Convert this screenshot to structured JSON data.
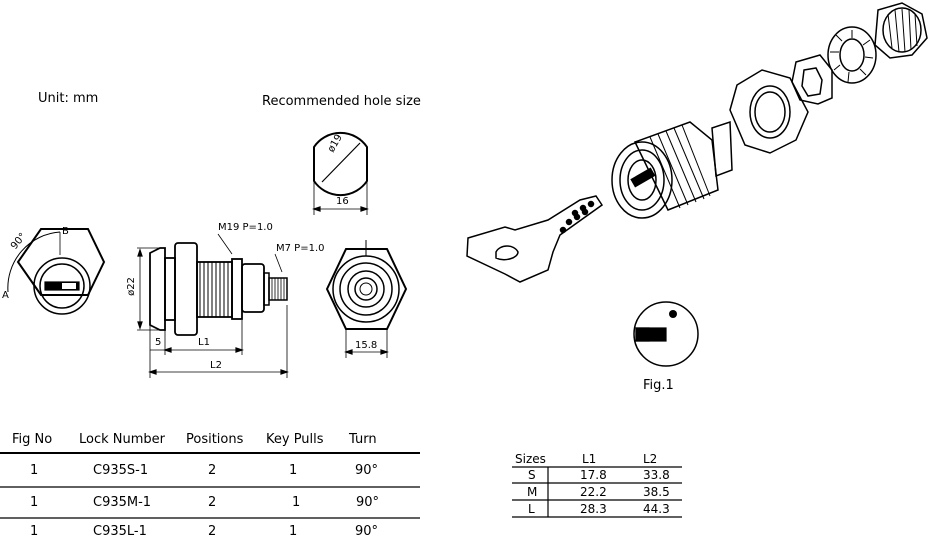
{
  "unit_label": "Unit: mm",
  "hole_size": {
    "title": "Recommended hole size",
    "diameter": "ø19",
    "width": "16"
  },
  "front_view": {
    "angle": "90°",
    "label_a": "A",
    "label_b": "B"
  },
  "side_view": {
    "thread_main": "M19  P=1.0",
    "thread_small": "M7  P=1.0",
    "diameter": "ø22",
    "dim_5": "5",
    "dim_l1": "L1",
    "dim_l2": "L2"
  },
  "rear_view": {
    "width": "15.8"
  },
  "fig_label": "Fig.1",
  "lock_table": {
    "headers": [
      "Fig No",
      "Lock Number",
      "Positions",
      "Key Pulls",
      "Turn"
    ],
    "rows": [
      [
        "1",
        "C935S-1",
        "2",
        "1",
        "90°"
      ],
      [
        "1",
        "C935M-1",
        "2",
        "1",
        "90°"
      ],
      [
        "1",
        "C935L-1",
        "2",
        "1",
        "90°"
      ]
    ]
  },
  "sizes_table": {
    "headers": [
      "Sizes",
      "L1",
      "L2"
    ],
    "rows": [
      [
        "S",
        "17.8",
        "33.8"
      ],
      [
        "M",
        "22.2",
        "38.5"
      ],
      [
        "L",
        "28.3",
        "44.3"
      ]
    ]
  }
}
